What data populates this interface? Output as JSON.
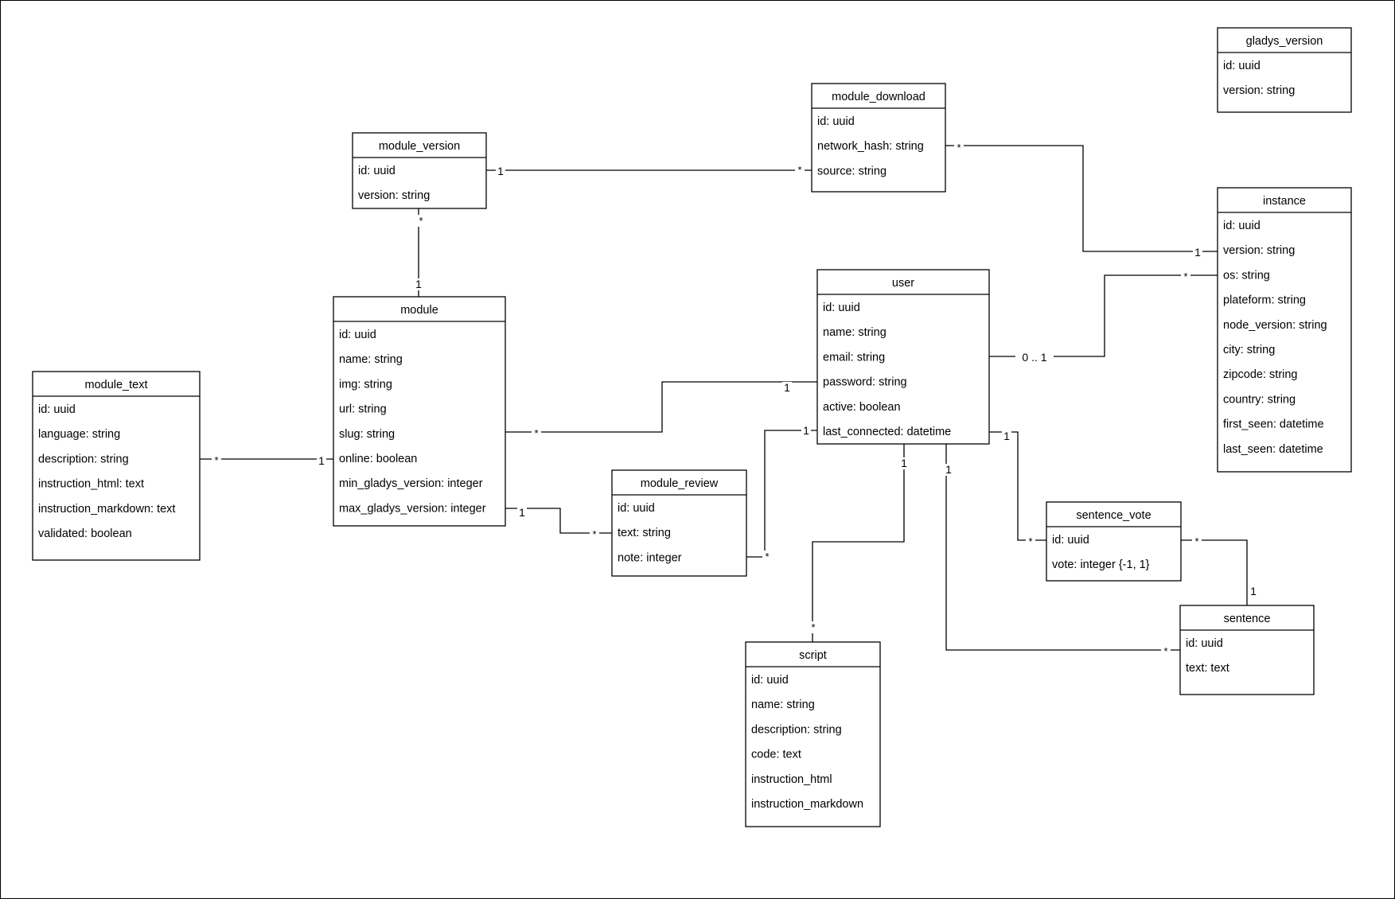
{
  "entities": [
    {
      "key": "gladys_version",
      "title": "gladys_version",
      "attributes": [
        "id: uuid",
        "version: string"
      ]
    },
    {
      "key": "module_download",
      "title": "module_download",
      "attributes": [
        "id: uuid",
        "network_hash: string",
        "source: string"
      ]
    },
    {
      "key": "module_version",
      "title": "module_version",
      "attributes": [
        "id: uuid",
        "version: string"
      ]
    },
    {
      "key": "instance",
      "title": "instance",
      "attributes": [
        "id: uuid",
        "version: string",
        "os: string",
        "plateform: string",
        "node_version: string",
        "city: string",
        "zipcode: string",
        "country: string",
        "first_seen: datetime",
        "last_seen: datetime"
      ]
    },
    {
      "key": "user",
      "title": "user",
      "attributes": [
        "id: uuid",
        "name: string",
        "email: string",
        "password: string",
        "active: boolean",
        "last_connected: datetime"
      ]
    },
    {
      "key": "module",
      "title": "module",
      "attributes": [
        "id: uuid",
        "name: string",
        "img: string",
        "url: string",
        "slug: string",
        "online: boolean",
        "min_gladys_version: integer",
        "max_gladys_version: integer"
      ]
    },
    {
      "key": "module_text",
      "title": "module_text",
      "attributes": [
        "id: uuid",
        "language: string",
        "description: string",
        "instruction_html: text",
        "instruction_markdown: text",
        "validated: boolean"
      ]
    },
    {
      "key": "module_review",
      "title": "module_review",
      "attributes": [
        "id: uuid",
        "text: string",
        "note: integer"
      ]
    },
    {
      "key": "sentence_vote",
      "title": "sentence_vote",
      "attributes": [
        "id: uuid",
        "vote: integer {-1, 1}"
      ]
    },
    {
      "key": "sentence",
      "title": "sentence",
      "attributes": [
        "id: uuid",
        "text: text"
      ]
    },
    {
      "key": "script",
      "title": "script",
      "attributes": [
        "id: uuid",
        "name: string",
        "description: string",
        "code: text",
        "instruction_html",
        "instruction_markdown"
      ]
    }
  ],
  "relations": [
    {
      "key": "module_version-module_download",
      "from": "module_version",
      "to": "module_download",
      "from_mult": "1",
      "to_mult": "*"
    },
    {
      "key": "module_version-module",
      "from": "module_version",
      "to": "module",
      "from_mult": "*",
      "to_mult": "1"
    },
    {
      "key": "module_download-instance",
      "from": "module_download",
      "to": "instance",
      "from_mult": "*",
      "to_mult": "1"
    },
    {
      "key": "user-instance",
      "from": "user",
      "to": "instance",
      "from_mult": "0 .. 1",
      "to_mult": "*"
    },
    {
      "key": "module-user",
      "from": "module",
      "to": "user",
      "from_mult": "*",
      "to_mult": "1"
    },
    {
      "key": "module_text-module",
      "from": "module_text",
      "to": "module",
      "from_mult": "*",
      "to_mult": "1"
    },
    {
      "key": "module-module_review",
      "from": "module",
      "to": "module_review",
      "from_mult": "1",
      "to_mult": "*"
    },
    {
      "key": "module_review-user",
      "from": "module_review",
      "to": "user",
      "from_mult": "*",
      "to_mult": "1"
    },
    {
      "key": "user-script",
      "from": "user",
      "to": "script",
      "from_mult": "1",
      "to_mult": "*"
    },
    {
      "key": "user-sentence_vote",
      "from": "user",
      "to": "sentence_vote",
      "from_mult": "1",
      "to_mult": "*"
    },
    {
      "key": "user-sentence",
      "from": "user",
      "to": "sentence",
      "from_mult": "1",
      "to_mult": "*"
    },
    {
      "key": "sentence_vote-sentence",
      "from": "sentence_vote",
      "to": "sentence",
      "from_mult": "*",
      "to_mult": "1"
    }
  ]
}
